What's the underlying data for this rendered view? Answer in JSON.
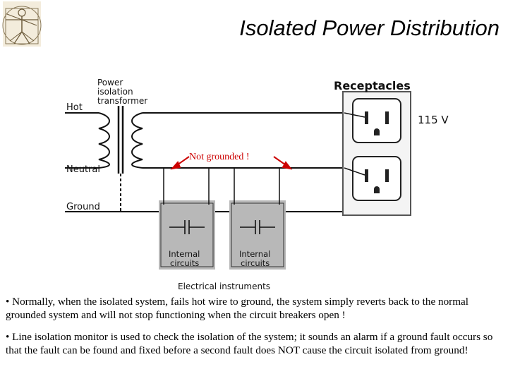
{
  "slide": {
    "title": "Isolated Power Distribution"
  },
  "diagram": {
    "labels": {
      "transformer": [
        "Power",
        "isolation",
        "transformer"
      ],
      "hot": "Hot",
      "neutral": "Neutral",
      "ground": "Ground",
      "receptacles": "Receptacles",
      "voltage": "115 V",
      "annotation": "Not grounded !",
      "internal_circuits": [
        "Internal",
        "circuits"
      ],
      "instruments": "Electrical instruments"
    },
    "colors": {
      "annotation": "#cc0000",
      "instrument_box": "#b8b8b8",
      "wire": "#111111"
    },
    "icons": [
      "vitruvian-man-icon",
      "capacitor-icon",
      "outlet-icon"
    ]
  },
  "bullets": [
    "• Normally, when the isolated system, fails hot wire to ground, the system simply reverts back to the normal grounded system and will not stop functioning when the circuit breakers open !",
    "• Line isolation monitor is used to check the isolation of the system; it sounds an alarm if a ground fault occurs so that the fault can be found and fixed before a second fault does NOT cause the circuit isolated from ground!"
  ]
}
